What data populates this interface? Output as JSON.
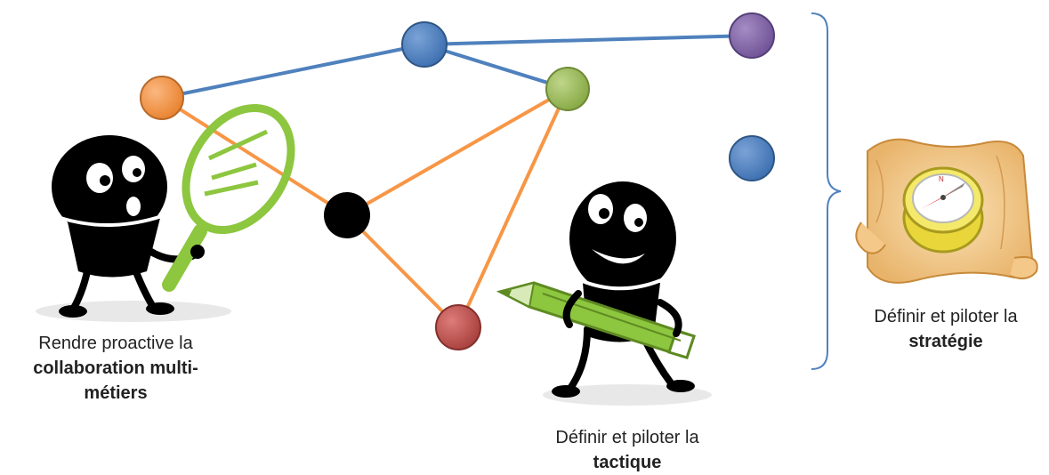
{
  "captions": {
    "left": {
      "line1": "Rendre proactive la",
      "bold1": "collaboration  multi-",
      "bold2": "métiers"
    },
    "middle": {
      "line1": "Définir et piloter la",
      "bold": "tactique"
    },
    "right": {
      "line1": "Définir et piloter la",
      "bold": "stratégie"
    }
  },
  "colors": {
    "network_blue_edge": "#4f81bd",
    "network_orange_edge": "#f79646",
    "node_orange": "#f79646",
    "node_blue": "#4f81bd",
    "node_purple": "#8064a2",
    "node_green": "#9bbb59",
    "node_black": "#000000",
    "node_red": "#c0504d",
    "magnifier_green": "#8dc63f",
    "pencil_green": "#8dc63f",
    "bracket": "#4f81bd"
  },
  "icons": [
    "magnifying-glass-icon",
    "pencil-icon",
    "compass-map-icon"
  ]
}
